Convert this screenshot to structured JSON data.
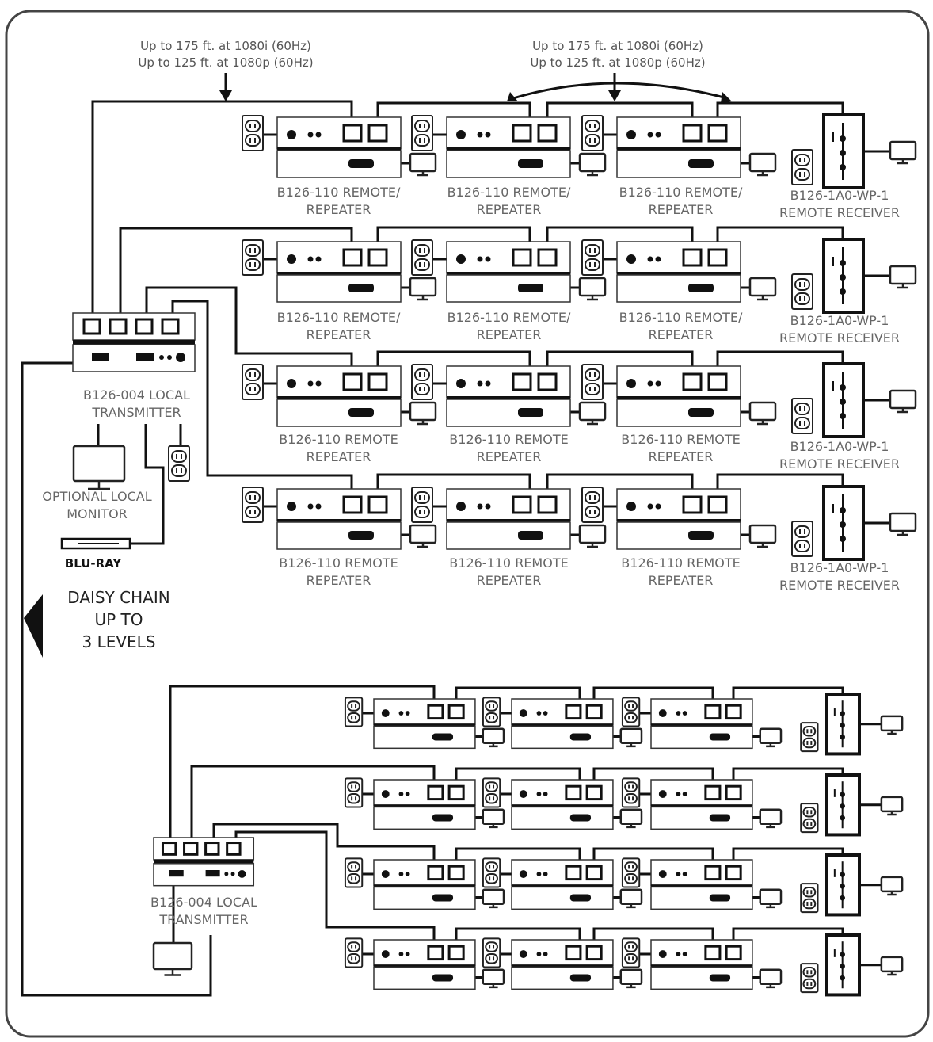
{
  "distance": {
    "line1": "Up to 175 ft. at 1080i (60Hz)",
    "line2": "Up to 125 ft. at 1080p (60Hz)"
  },
  "labels": {
    "transmitter_line1": "B126-004 LOCAL",
    "transmitter_line2": "TRANSMITTER",
    "repeater_line1": "B126-110 REMOTE/",
    "repeater_line1_plain": "B126-110 REMOTE",
    "repeater_line2": "REPEATER",
    "receiver_line1": "B126-1A0-WP-1",
    "receiver_line2": "REMOTE RECEIVER",
    "monitor_line1": "OPTIONAL LOCAL",
    "monitor_line2": "MONITOR",
    "bluray": "BLU-RAY",
    "daisy_line1": "DAISY CHAIN",
    "daisy_line2": "UP TO",
    "daisy_line3": "3 LEVELS"
  },
  "colors": {
    "line": "#111111",
    "device_fill": "#ffffff",
    "label_text": "#666666"
  },
  "icons": [
    "power-outlet-icon",
    "monitor-icon",
    "bluray-player-icon",
    "arrow-icon"
  ]
}
